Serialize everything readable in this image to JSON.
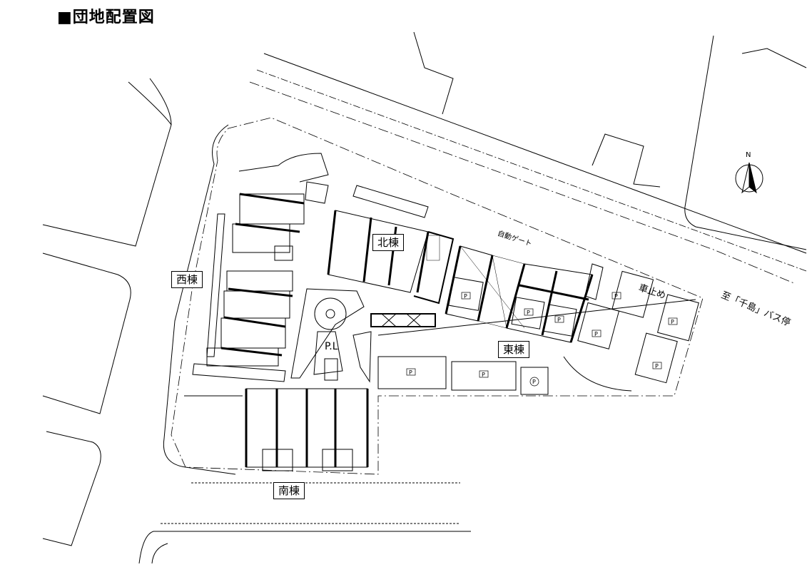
{
  "title": "■団地配置図",
  "buildings": {
    "west": "西棟",
    "north": "北棟",
    "east": "東棟",
    "south": "南棟"
  },
  "annotations": {
    "auto_gate": "自動ゲート",
    "car_stop": "車止め",
    "bus_stop": "至「千島」バス停",
    "playlot": "P.L",
    "parking": "P",
    "north_arrow": "N"
  },
  "colors": {
    "line": "#000000",
    "background": "#ffffff"
  }
}
